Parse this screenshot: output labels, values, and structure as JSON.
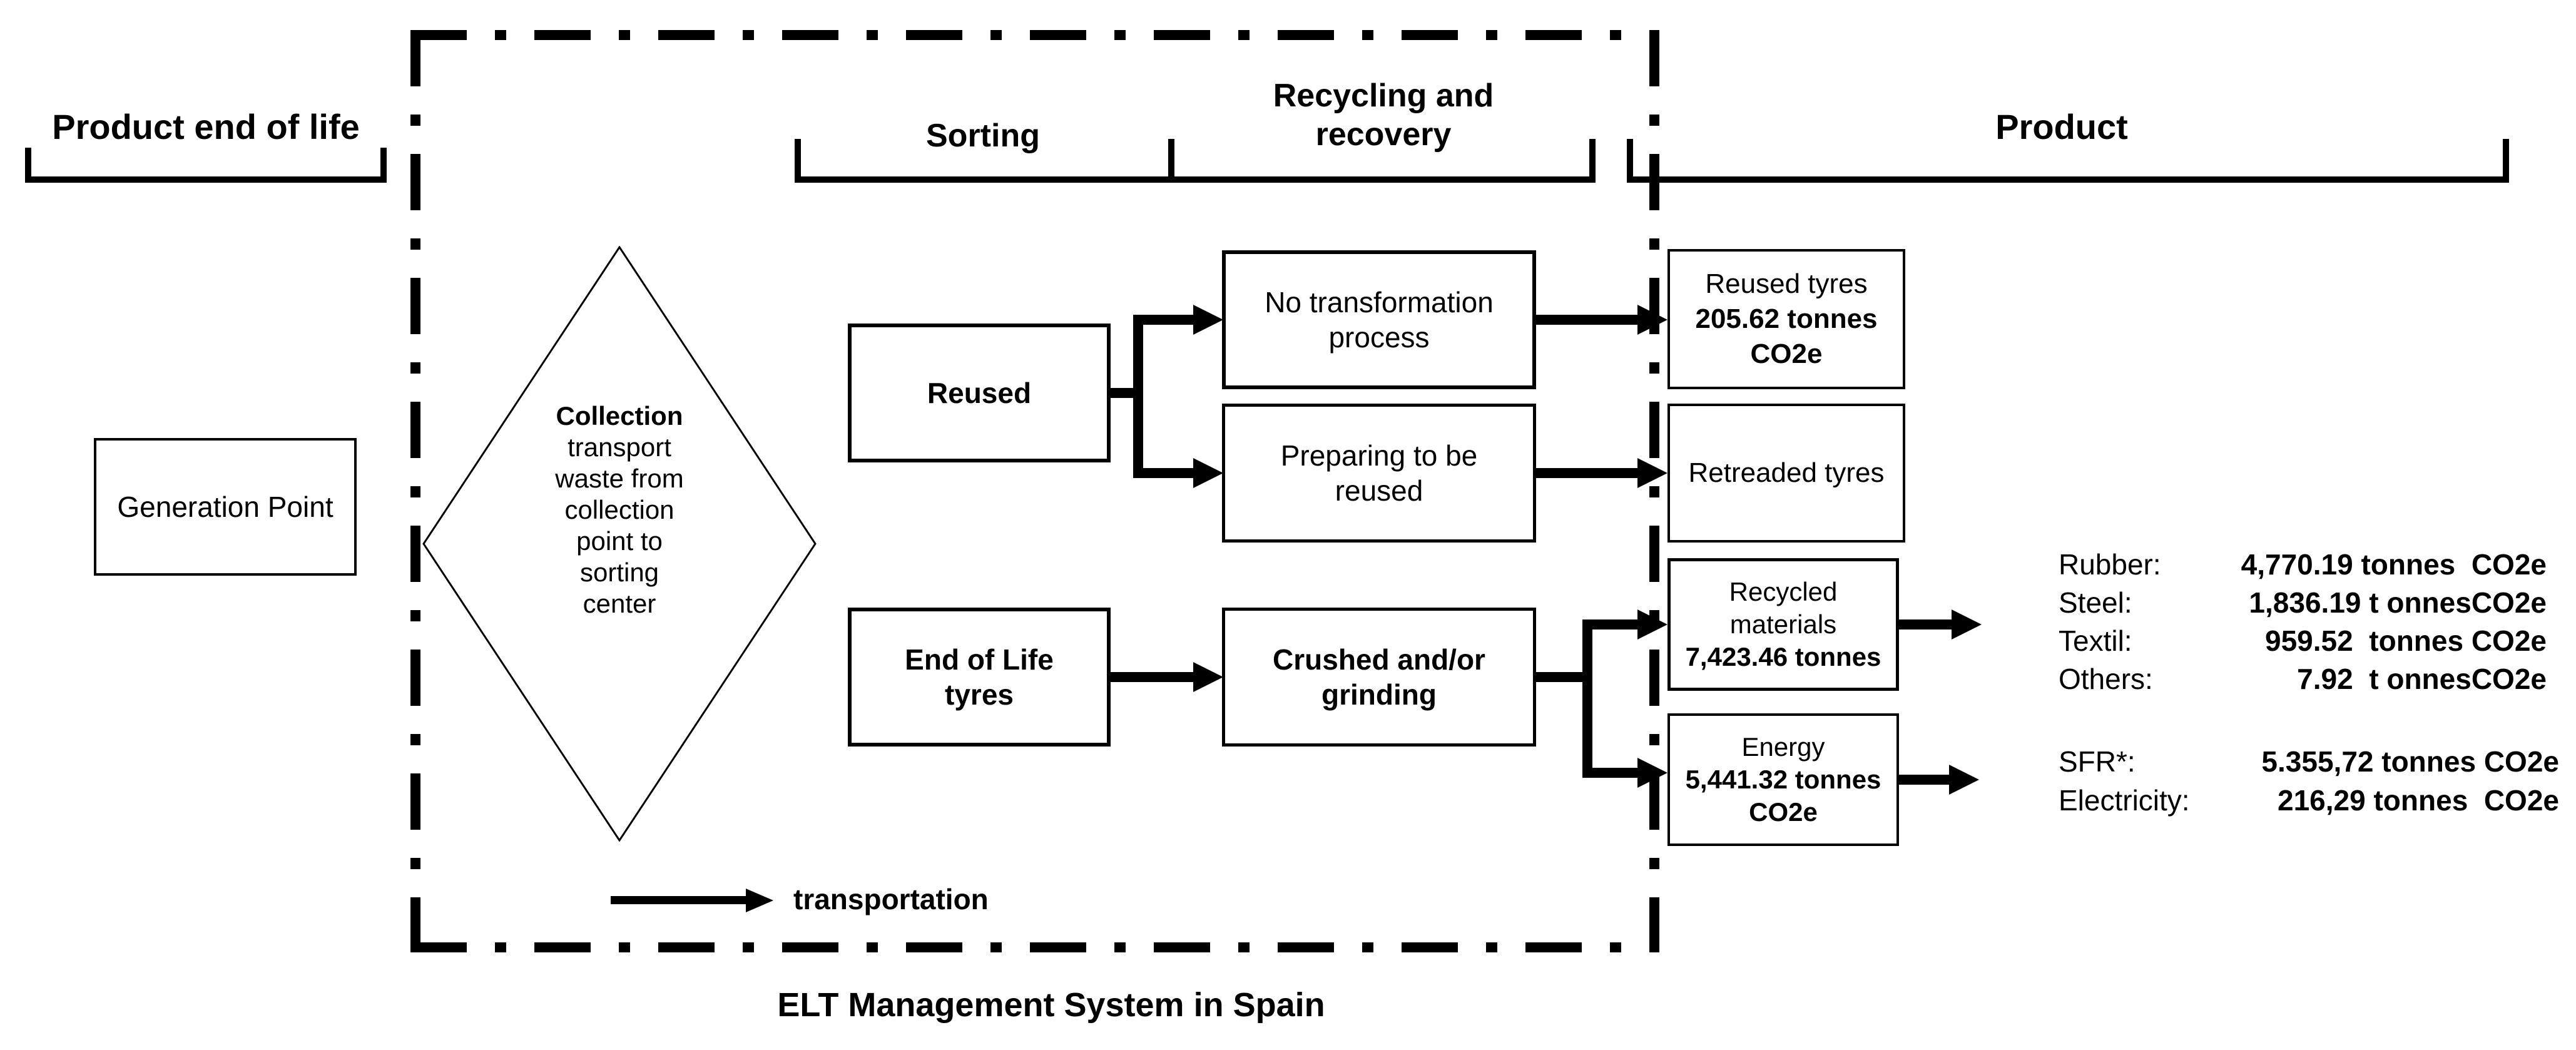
{
  "headers": {
    "product_end_of_life": "Product end of life",
    "sorting": "Sorting",
    "recycling_line1": "Recycling and",
    "recycling_line2": "recovery",
    "product": "Product"
  },
  "nodes": {
    "generation_point": "Generation Point",
    "collection": {
      "title": "Collection",
      "lines": [
        "transport",
        "waste from",
        "collection",
        "point to",
        "sorting",
        "center"
      ]
    },
    "reused": "Reused",
    "no_transformation": [
      "No transformation",
      "process"
    ],
    "preparing": [
      "Preparing to be",
      "reused"
    ],
    "end_of_life": [
      "End of Life",
      "tyres"
    ],
    "crushed": [
      "Crushed and/or",
      "grinding"
    ],
    "reused_tyres": {
      "label": "Reused tyres",
      "value_lines": [
        "205.62 tonnes",
        "CO2e"
      ]
    },
    "retreaded": "Retreaded tyres",
    "recycled": {
      "label_lines": [
        "Recycled",
        "materials"
      ],
      "value": "7,423.46 tonnes"
    },
    "energy": {
      "label": "Energy",
      "value_lines": [
        "5,441.32 tonnes",
        "CO2e"
      ]
    }
  },
  "material_outputs": [
    {
      "label": "Rubber:",
      "value": "4,770.19 tonnes  CO2e"
    },
    {
      "label": "Steel:",
      "value": "1,836.19 t onnesCO2e"
    },
    {
      "label": "Textil:",
      "value": "959.52  tonnes CO2e"
    },
    {
      "label": "Others:",
      "value": "7.92  t onnesCO2e"
    }
  ],
  "energy_outputs": [
    {
      "label": "SFR*:",
      "value": "5.355,72 tonnes CO2e"
    },
    {
      "label": "Electricity:",
      "value": "216,29 tonnes  CO2e"
    }
  ],
  "legend": {
    "transportation_label": "transportation"
  },
  "caption": "ELT Management System in Spain",
  "colors": {
    "ink": "#000000",
    "background": "#ffffff"
  }
}
